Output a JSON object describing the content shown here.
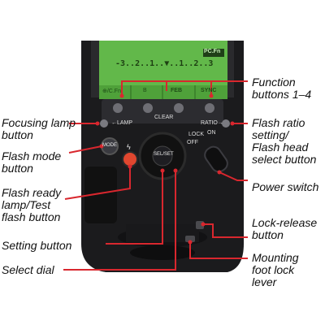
{
  "device": {
    "lcd_scale": "-3..2..1..▼..1..2..3",
    "lcd_tabs": [
      "⊕/C.Fn",
      "B",
      "FEB",
      "SYNC"
    ],
    "lcd_small_mode": "PC.Fn",
    "clear_label": "CLEAR",
    "lamp_label": "←LAMP",
    "ratio_label": "RATIO→",
    "lock_label": "LOCK",
    "on_label": "ON",
    "off_label": "OFF",
    "mode_label": "MODE",
    "select_set_label": "SEL/SET",
    "flash_bolt": "ϟ"
  },
  "callouts": {
    "function_buttons": [
      "Function",
      "buttons 1–4"
    ],
    "focusing_lamp": [
      "Focusing lamp",
      "button"
    ],
    "flash_ratio": [
      "Flash ratio",
      "setting/",
      "Flash head",
      "select button"
    ],
    "flash_mode": [
      "Flash mode",
      "button"
    ],
    "power_switch": [
      "Power switch"
    ],
    "flash_ready": [
      "Flash ready",
      "lamp/Test",
      "flash button"
    ],
    "lock_release": [
      "Lock-release",
      "button"
    ],
    "setting_button": [
      "Setting button"
    ],
    "mounting_foot": [
      "Mounting",
      "foot lock",
      "lever"
    ],
    "select_dial": [
      "Select dial"
    ]
  },
  "colors": {
    "leader": "#d9272e",
    "body": "#1b1b1d",
    "lcd": "#62b84a",
    "lcd_dark": "#3f8f2e"
  }
}
